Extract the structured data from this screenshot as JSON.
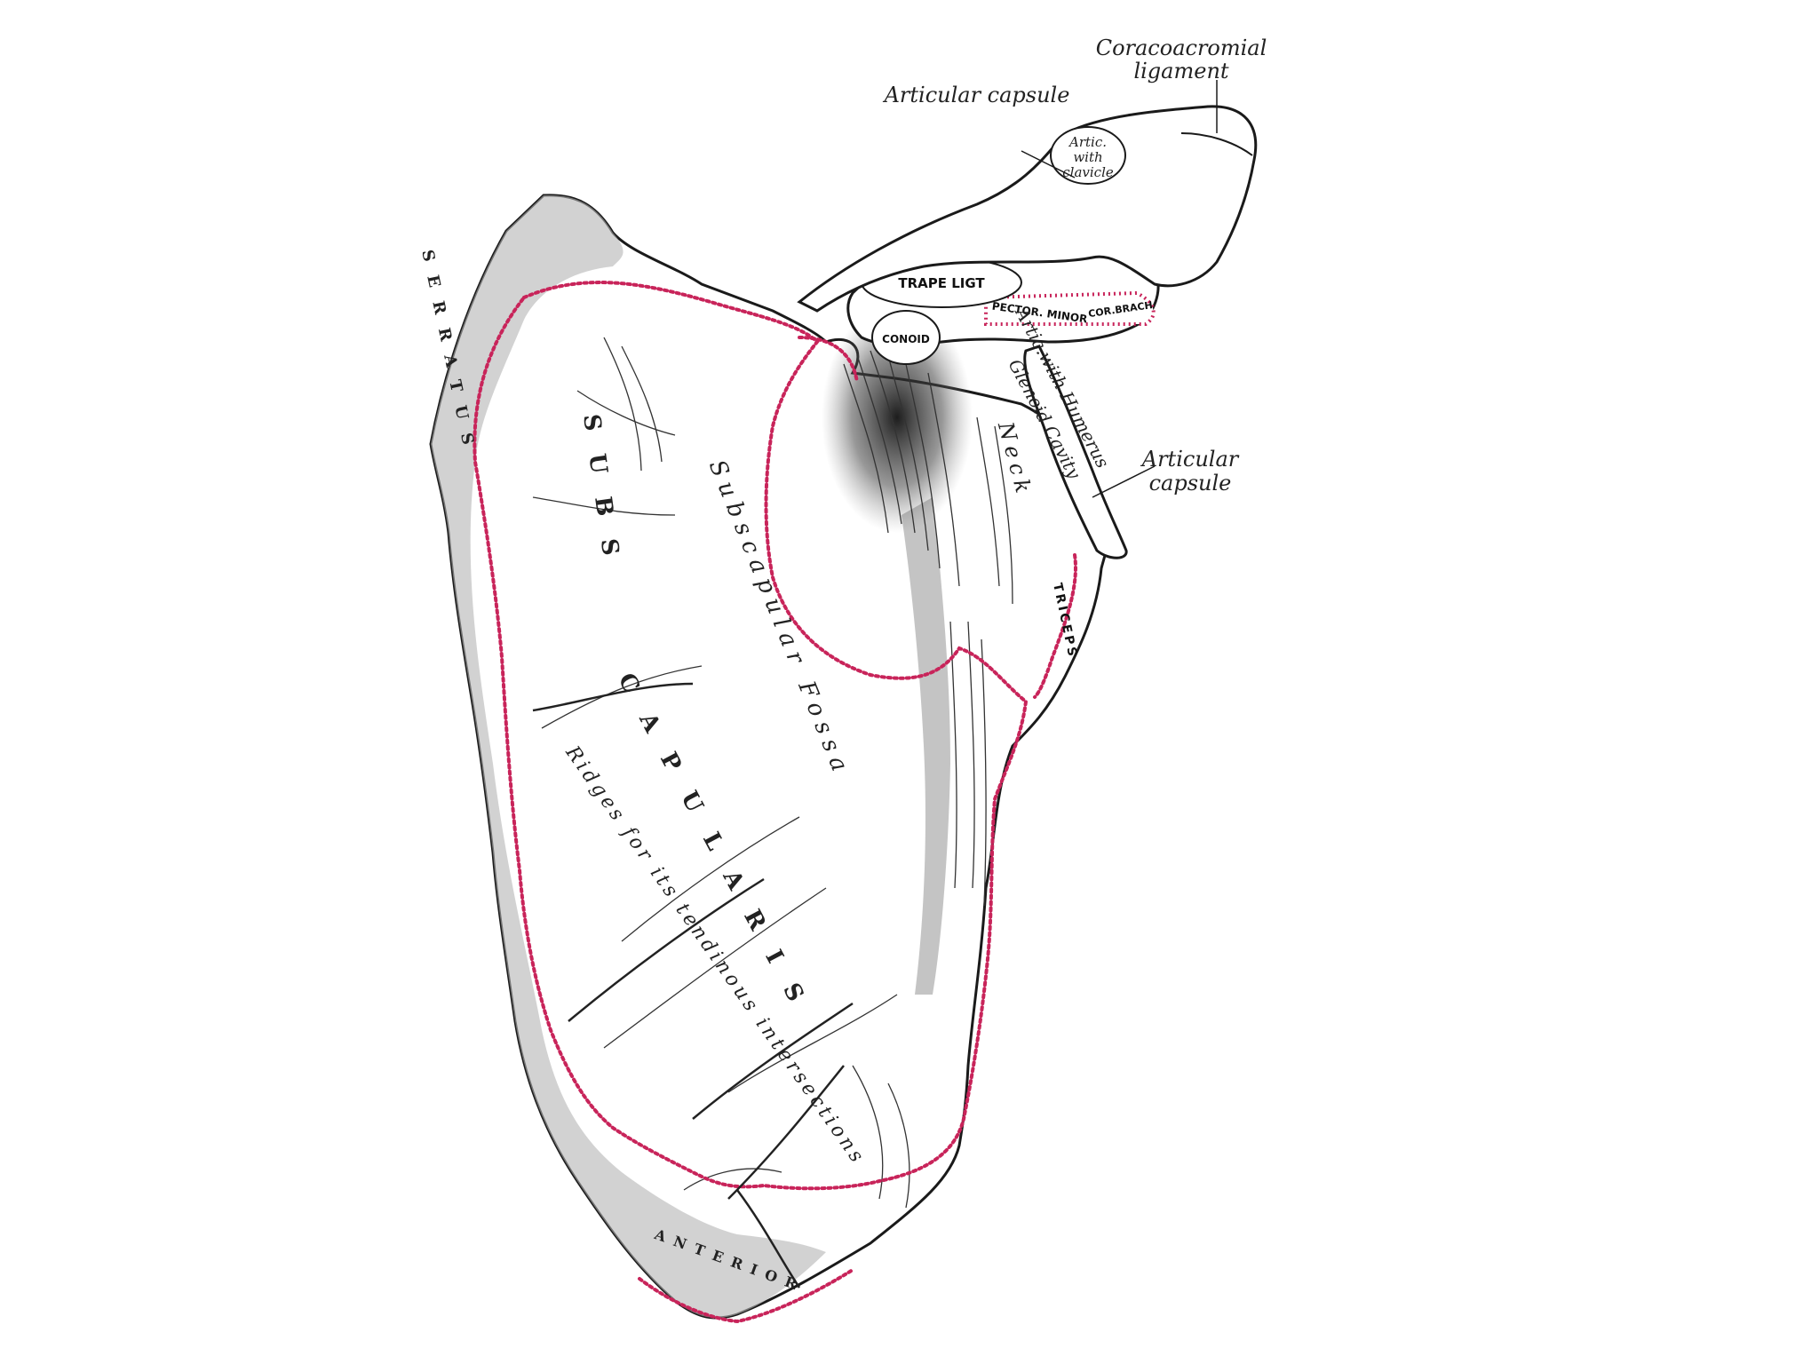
{
  "diagram": {
    "labels": {
      "coracoacromial_ligament": [
        "Coracoacromial",
        "ligament"
      ],
      "articular_capsule_top": "Articular capsule",
      "articular_capsule_right": [
        "Articular",
        "capsule"
      ],
      "artic_with_clavicle": [
        "Artic.",
        "with",
        "clavicle"
      ],
      "trapezoid_ligament": "TRAPE LIGT",
      "conoid": "CONOID",
      "pector_minor": "PECTOR. MINOR",
      "cor_brach": "COR.BRACH",
      "artic_with_humerus": "Artic.with Humerus",
      "glenoid_cavity": "Glenoid Cavity",
      "neck": "Neck",
      "serratus": "SERRATUS",
      "subscapularis_upper": "SUBS",
      "subscapularis_lower": "CAPULARIS",
      "subscapular_fossa": "Subscapular Fossa",
      "ridges": "Ridges for its tendinous intersections",
      "anterior": "ANTERIOR",
      "triceps": "TRICEPS"
    },
    "colors": {
      "muscle_outline": "#c8245a",
      "bone_outline": "#1a1a1a",
      "shading": "#2b2b2b",
      "serratus_band": "#b4b4b4"
    }
  }
}
